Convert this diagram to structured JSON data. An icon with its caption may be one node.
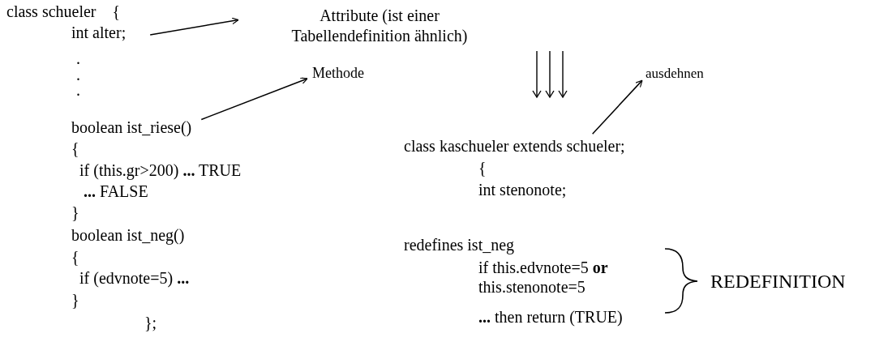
{
  "diagram": {
    "nodes": [
      {
        "text": [
          "int alter;"
        ]
      },
      {
        "text": [
          "Attribute (ist einer Tabellendefinition ähnlich)"
        ]
      },
      {
        "text": [
          "Methode"
        ]
      },
      {
        "text": [
          "boolean ist_riese()"
        ]
      },
      {
        "text": [
          "ausdehnen"
        ]
      },
      {
        "text": [
          "class kaschueler extends schueler;"
        ]
      }
    ],
    "edges": [
      {
        "from": 0,
        "to": 1,
        "arrow": "to"
      },
      {
        "from": 3,
        "to": 2,
        "arrow": "to"
      },
      {
        "from": 5,
        "to": 4,
        "arrow": "to"
      }
    ],
    "labels": [
      "class schueler    {",
      ".",
      ".",
      ".",
      "{",
      "if (this.gr>200) **...** TRUE",
      "**...** FALSE",
      "}",
      "boolean ist_neg()",
      "{",
      "if (edvnote=5) **...**",
      "}",
      "};",
      "{",
      "int stenonote;",
      "redefines ist_neg",
      "if this.edvnote=5 **or**",
      "this.stenonote=5",
      "REDEFINITION",
      "**...** then return (TRUE)"
    ]
  }
}
